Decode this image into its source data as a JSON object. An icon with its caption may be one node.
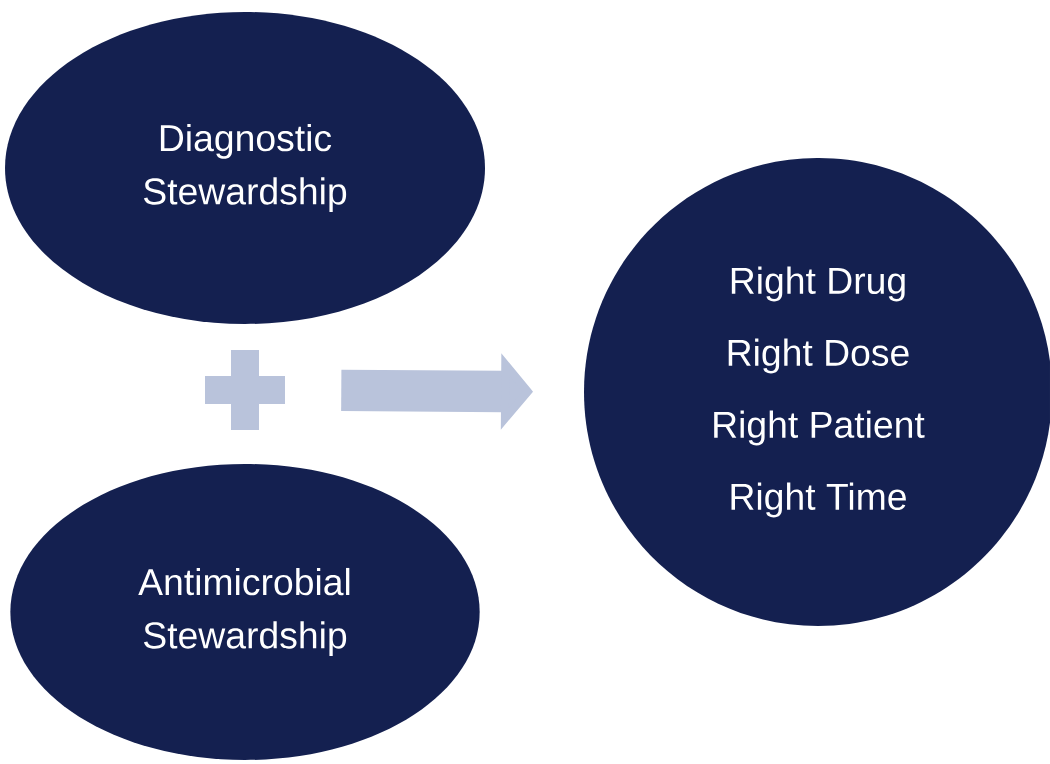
{
  "diagram": {
    "nodes": [
      {
        "text": [
          "Diagnostic Stewardship"
        ]
      },
      {
        "text": [],
        "shape": "cross"
      },
      {
        "text": [
          "Antimicrobial Stewardship"
        ]
      },
      {
        "text": [
          "Right Drug",
          "Right Dose",
          "Right Patient",
          "Right Time"
        ]
      }
    ],
    "edges": [
      {
        "from": 1,
        "to": 3,
        "arrow": "to"
      }
    ]
  }
}
